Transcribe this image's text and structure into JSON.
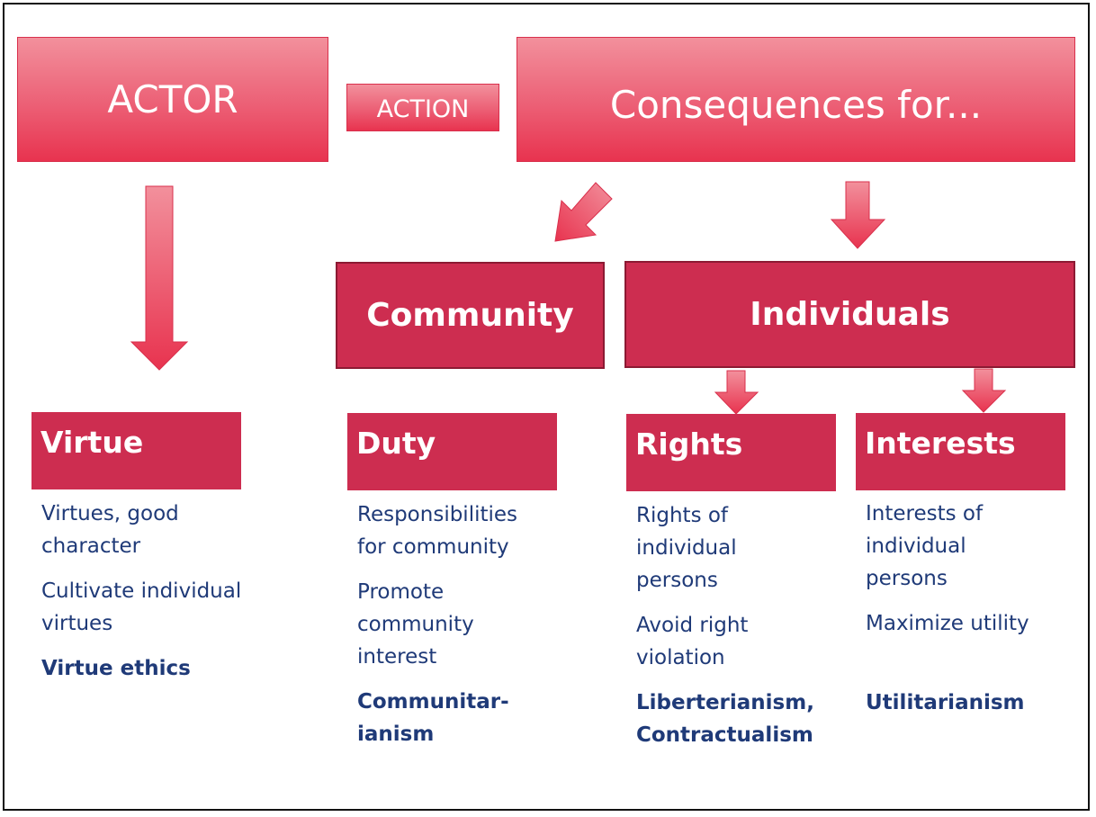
{
  "header": {
    "actor": "ACTOR",
    "action": "ACTION",
    "consequences": "Consequences for..."
  },
  "groups": {
    "community": "Community",
    "individuals": "Individuals"
  },
  "columns": [
    {
      "title": "Virtue",
      "lines": [
        "Virtues, good character",
        "Cultivate individual virtues"
      ],
      "theory": "Virtue ethics"
    },
    {
      "title": "Duty",
      "lines": [
        "Responsibilities for community",
        "Promote community interest"
      ],
      "theory": "Communitar-ianism"
    },
    {
      "title": "Rights",
      "lines": [
        "Rights of individual persons",
        "Avoid right violation"
      ],
      "theory": "Liberterianism, Contractualism"
    },
    {
      "title": "Interests",
      "lines": [
        "Interests of individual persons",
        "Maximize utility"
      ],
      "theory": "Utilitarianism"
    }
  ],
  "colors": {
    "accent": "#cd2d50",
    "gradient_top": "#f2909c",
    "gradient_bottom": "#e8334f",
    "text": "#1f3a78"
  }
}
